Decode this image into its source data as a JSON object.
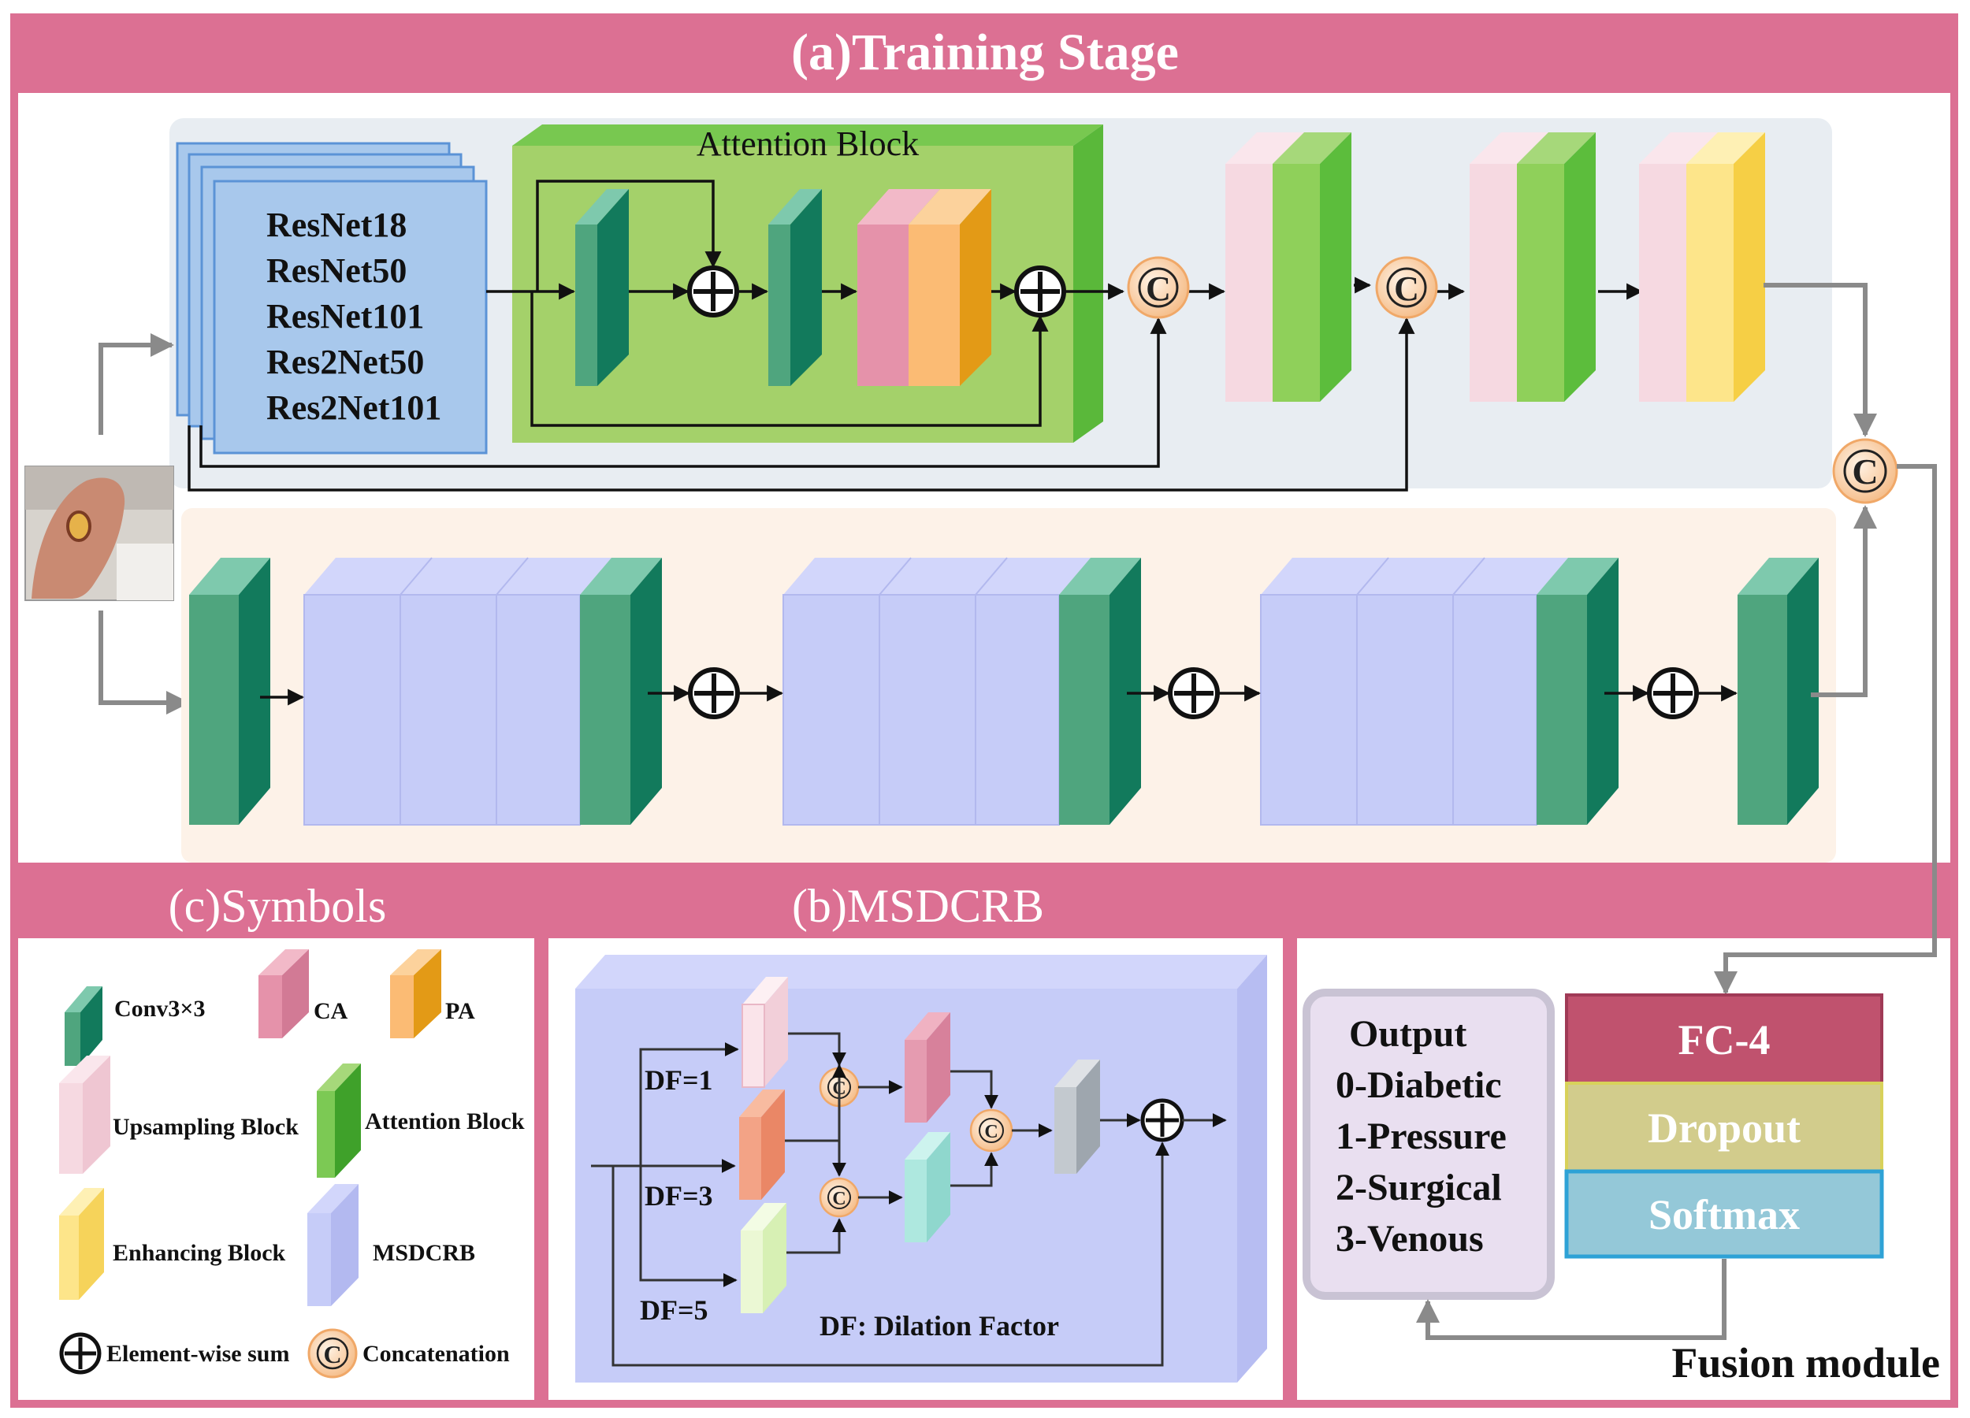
{
  "sections": {
    "training": "(a)Training Stage",
    "symbols": "(c)Symbols",
    "msdcrb": "(b)MSDCRB",
    "fusion": "Fusion module"
  },
  "backbone_list": [
    "ResNet18",
    "ResNet50",
    "ResNet101",
    "Res2Net50",
    "Res2Net101"
  ],
  "attention_block_title": "Attention Block",
  "concat_symbol": "C",
  "legend": {
    "conv": "Conv3×3",
    "ca": "CA",
    "pa": "PA",
    "upsampling": "Upsampling Block",
    "attention": "Attention Block",
    "enhancing": "Enhancing Block",
    "msdcrb": "MSDCRB",
    "sum": "Element-wise sum",
    "concat": "Concatenation"
  },
  "msdcrb": {
    "df1": "DF=1",
    "df3": "DF=3",
    "df5": "DF=5",
    "note": "DF: Dilation Factor"
  },
  "output": [
    "Output",
    "0-Diabetic",
    "1-Pressure",
    "2-Surgical",
    "3-Venous"
  ],
  "fusion_layers": [
    "FC-4",
    "Dropout",
    "Softmax"
  ],
  "colors": {
    "header_pink": "#dc7093",
    "conv_teal": "#1e8a6a",
    "attention_green": "#8fd05a",
    "msdcrb_lavender": "#c6ccf8",
    "upsampling_pink": "#f6d9e1",
    "enhancing_yellow": "#fde58a",
    "ca_pink": "#e592aa",
    "pa_orange": "#f0a63a",
    "concat_fill": "#fbd7b4"
  }
}
